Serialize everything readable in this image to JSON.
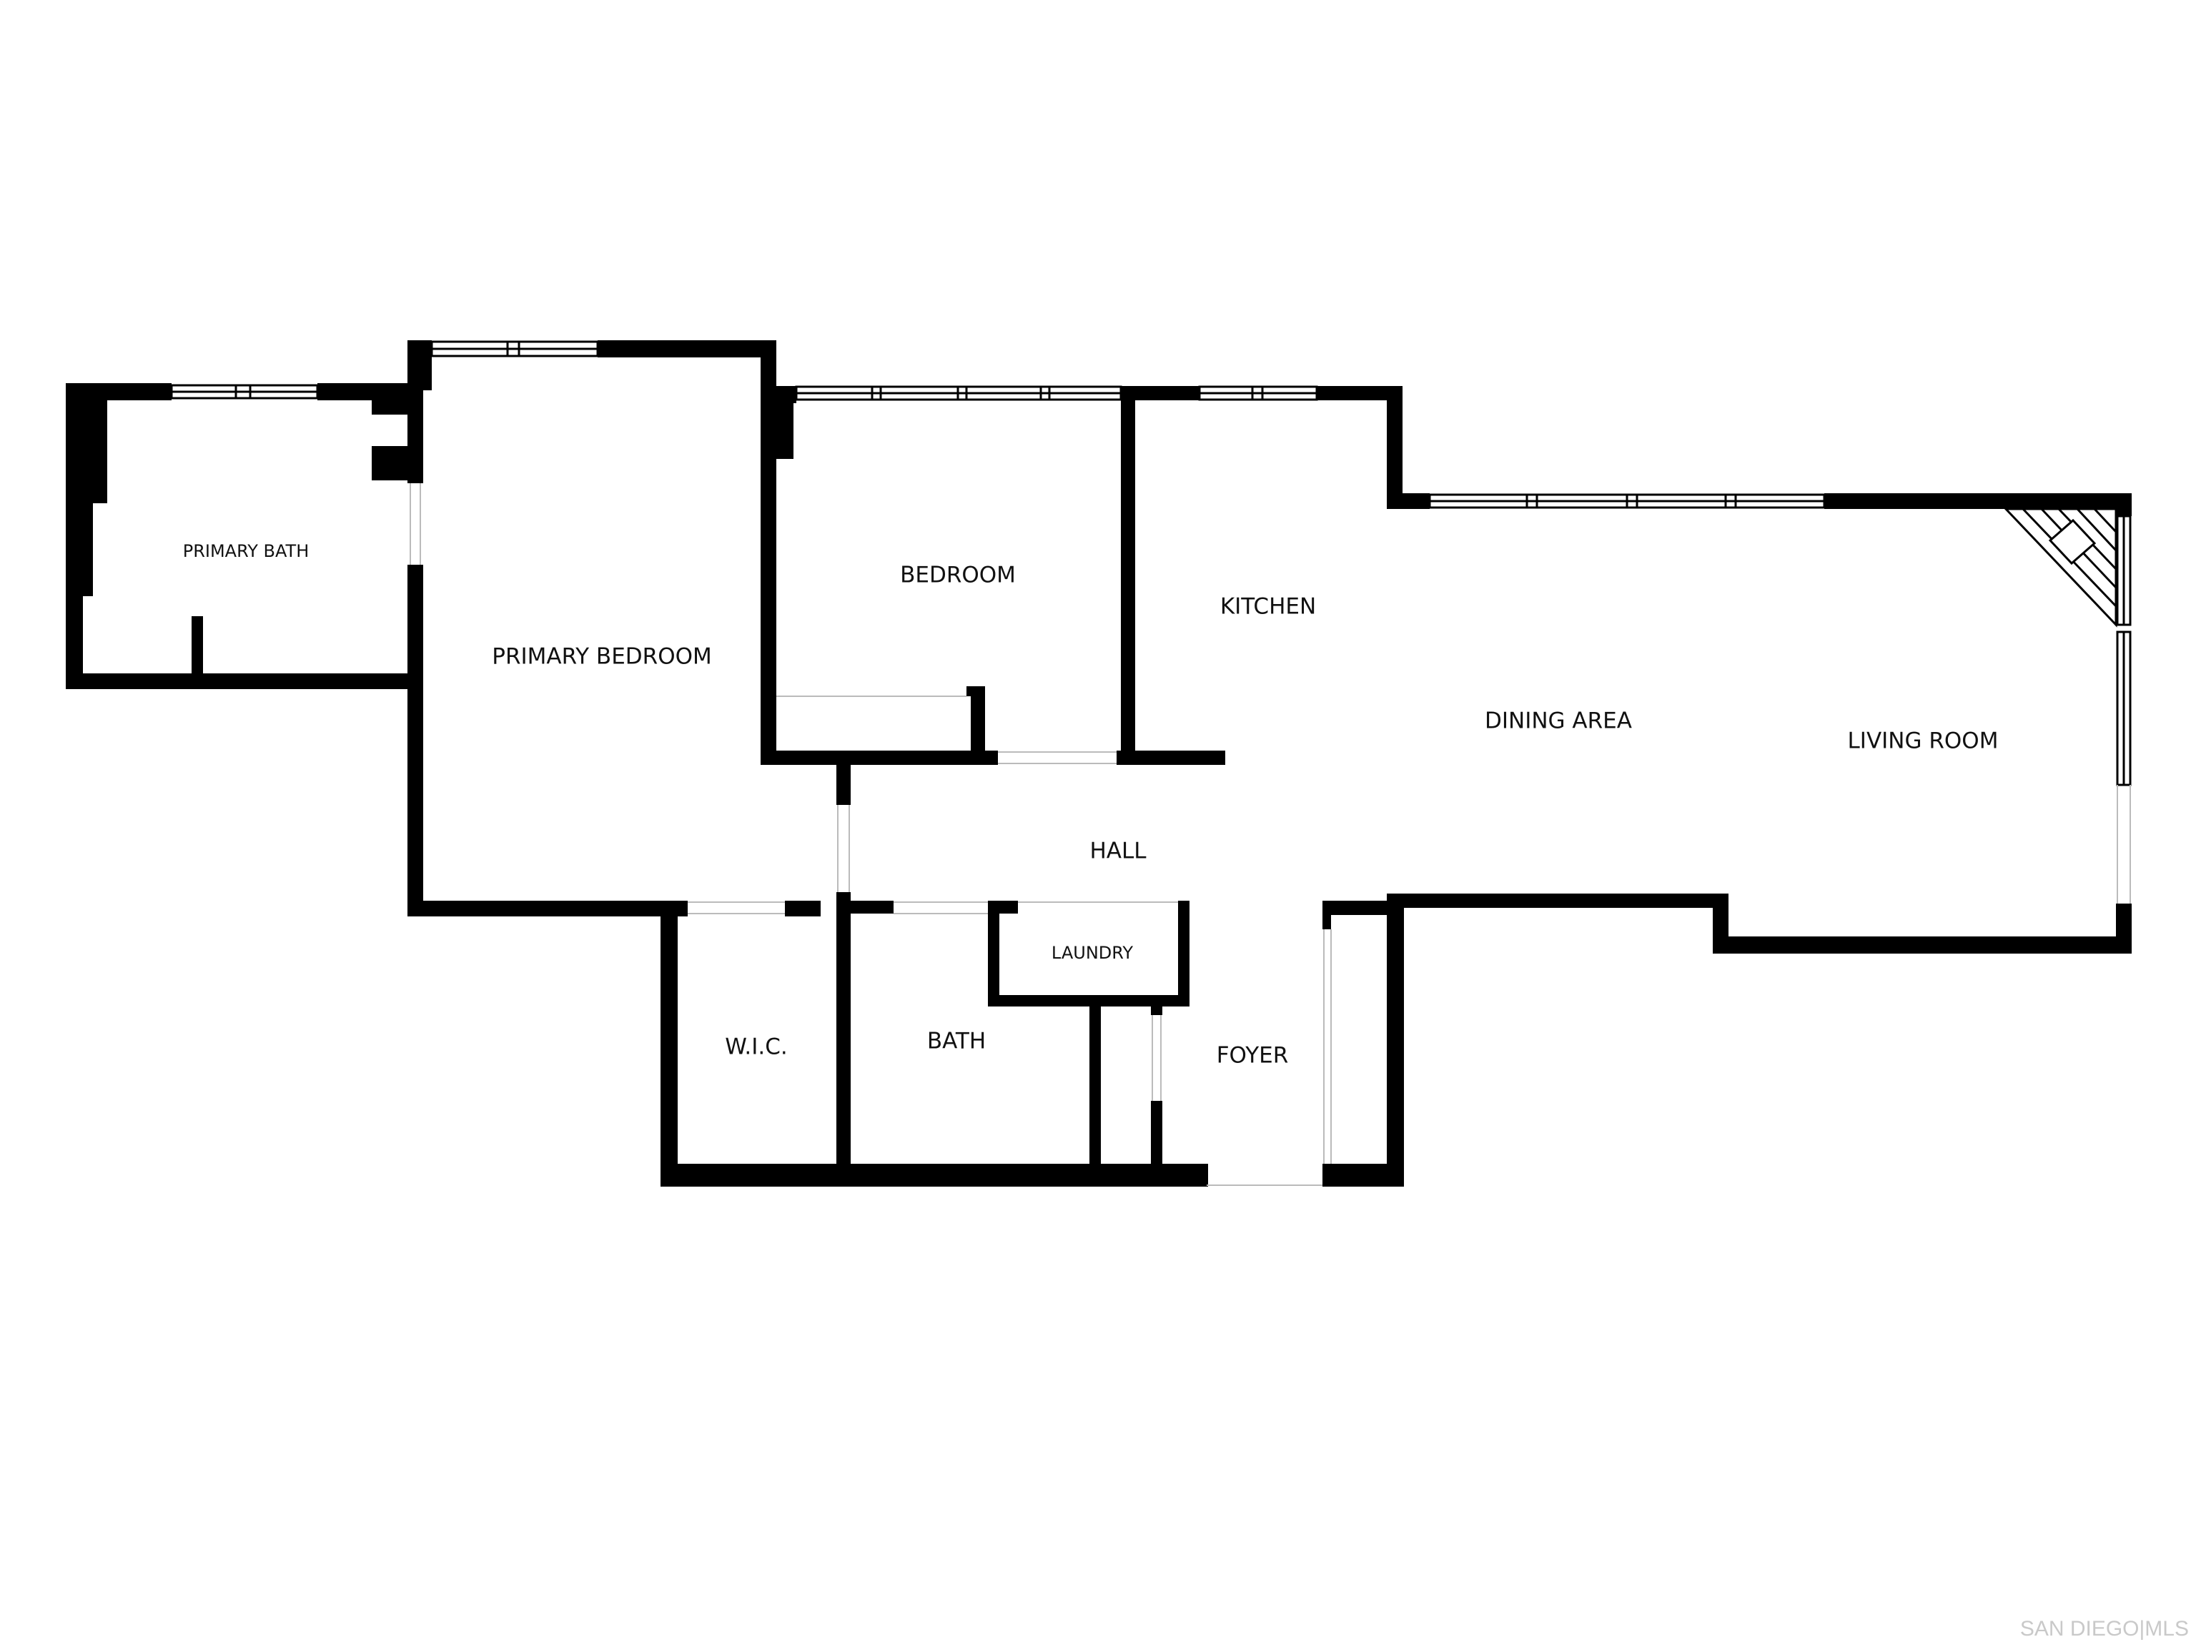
{
  "floor_plan": {
    "rooms": {
      "primary_bath": "PRIMARY BATH",
      "primary_bedroom": "PRIMARY BEDROOM",
      "bedroom": "BEDROOM",
      "kitchen": "KITCHEN",
      "dining_area": "DINING AREA",
      "living_room": "LIVING ROOM",
      "hall": "HALL",
      "laundry": "LAUNDRY",
      "wic": "W.I.C.",
      "bath": "BATH",
      "foyer": "FOYER"
    }
  },
  "watermark": {
    "text": "SAN DIEGO|MLS"
  },
  "colors": {
    "wall": "#000000",
    "window_frame": "#000000",
    "opening": "#ffffff"
  }
}
